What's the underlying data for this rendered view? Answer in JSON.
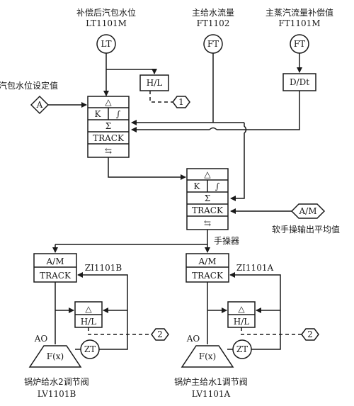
{
  "signals": {
    "level": {
      "title": "补偿后汽包水位",
      "tag": "LT1101M",
      "symbol": "LT"
    },
    "feedwater": {
      "title": "主给水流量",
      "tag": "FT1102",
      "symbol": "FT"
    },
    "steam": {
      "title": "主蒸汽流量补偿值",
      "tag": "FT1101M",
      "symbol": "FT"
    }
  },
  "setpoint": {
    "label": "汽包水位设定值",
    "symbol": "A"
  },
  "alarm": {
    "hl": "H/L",
    "offpage1": "1"
  },
  "derivative": "D/Dt",
  "pid": {
    "delta": "△",
    "k": "K",
    "integral": "∫",
    "sigma": "Σ",
    "track": "TRACK",
    "arrows": "⇆"
  },
  "am_input": {
    "symbol": "A/M",
    "label": "软手操输出平均值"
  },
  "manual_station_label": "手操器",
  "valves": [
    {
      "am": "A/M",
      "track": "TRACK",
      "zi": "ZI1101B",
      "hl": "H/L",
      "delta": "△",
      "ao": "AO",
      "fx": "F(x)",
      "zt": "ZT",
      "offpage": "2",
      "name": "锅炉给水2调节阀",
      "tag": "LV1101B"
    },
    {
      "am": "A/M",
      "track": "TRACK",
      "zi": "ZI1101A",
      "hl": "H/L",
      "delta": "△",
      "ao": "AO",
      "fx": "F(x)",
      "zt": "ZT",
      "offpage": "2",
      "name": "锅炉主给水1调节阀",
      "tag": "LV1101A"
    }
  ]
}
